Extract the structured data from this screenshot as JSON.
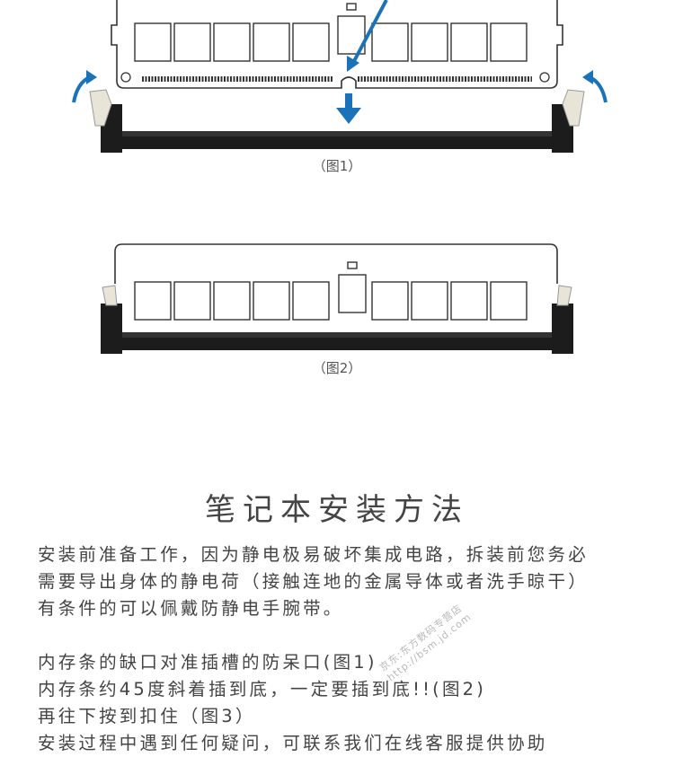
{
  "figure1": {
    "caption": "（图1）"
  },
  "figure2": {
    "caption": "（图2）"
  },
  "title": "笔记本安装方法",
  "paragraph1": [
    "安装前准备工作，因为静电极易破坏集成电路，拆装前您务必",
    "需要导出身体的静电荷（接触连地的金属导体或者洗手晾干）",
    "有条件的可以佩戴防静电手腕带。"
  ],
  "paragraph2": [
    "内存条的缺口对准插槽的防呆口(图1)",
    "内存条约45度斜着插到底，一定要插到底!!(图2)",
    "再往下按到扣住（图3）",
    "安装过程中遇到任何疑问，可联系我们在线客服提供协助"
  ],
  "watermark": {
    "line1": "京东:东方数码专营店",
    "line2": "http://bsm.jd.com"
  },
  "colors": {
    "arrow": "#1a73b8",
    "slot": "#1c1c1c",
    "latch": "#e8e4d8"
  }
}
